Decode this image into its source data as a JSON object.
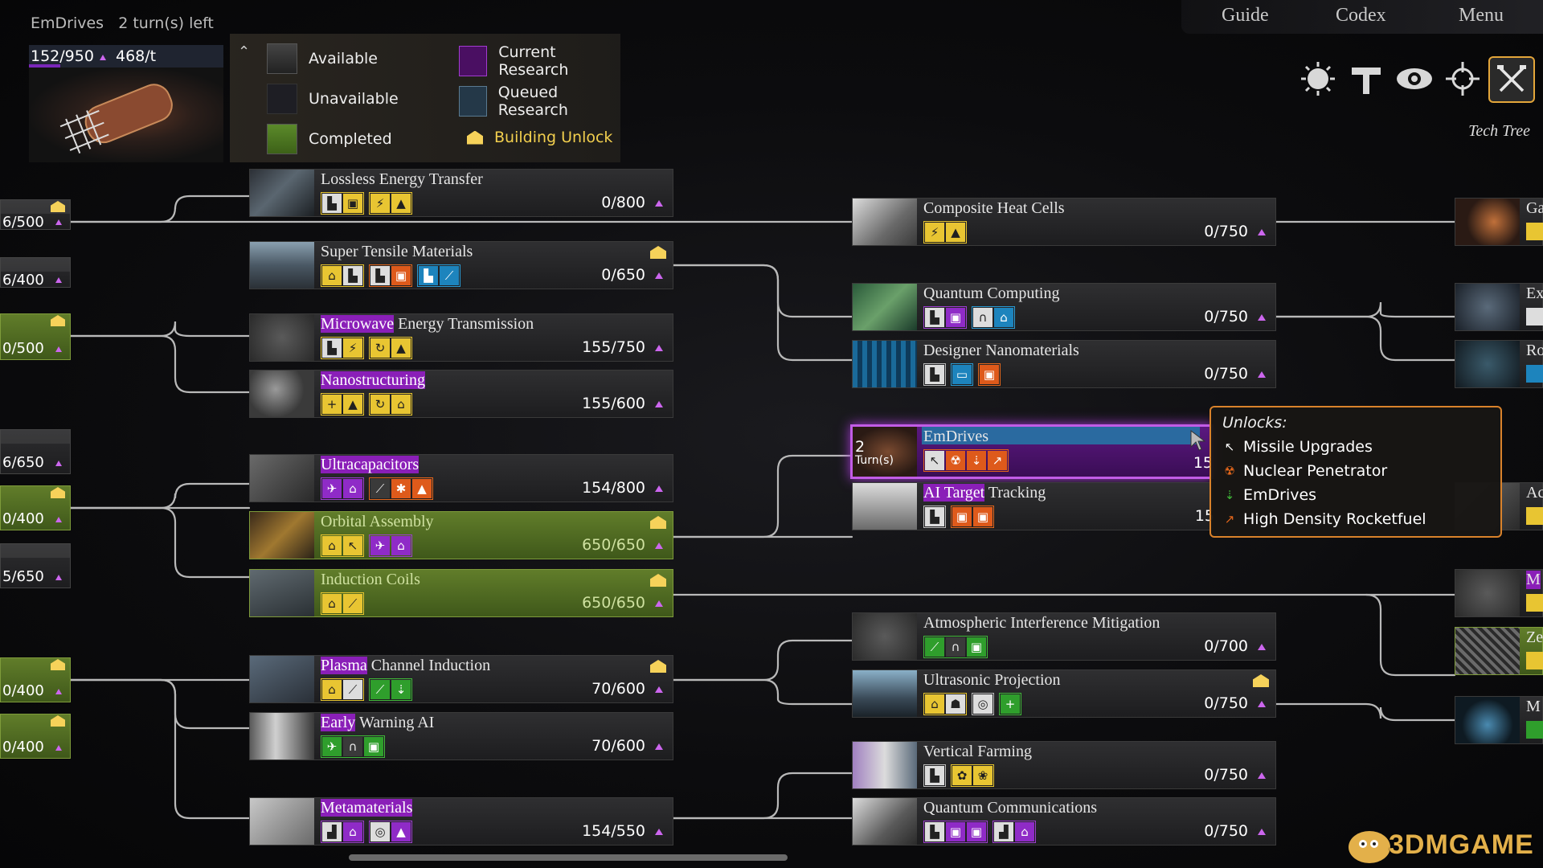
{
  "nav": {
    "guide": "Guide",
    "codex": "Codex",
    "menu": "Menu"
  },
  "tree_label": "Tech Tree",
  "current": {
    "name": "EmDrives",
    "turns_left": "2 turn(s) left",
    "progress": "152/950",
    "rate": "468/t",
    "fraction": 0.16
  },
  "legend": {
    "available": "Available",
    "unavailable": "Unavailable",
    "completed": "Completed",
    "current_research": "Current Research",
    "queued_research": "Queued Research",
    "building_unlock": "Building Unlock"
  },
  "colors": {
    "accent_purple": "#c25ce6",
    "completed_green": "#617d2a",
    "tooltip_border": "#d9822b",
    "building_yellow": "#f6d25a"
  },
  "col1": [
    {
      "name": "Lossless Energy Transfer",
      "progress": "0/800"
    },
    {
      "name": "Super Tensile Materials",
      "progress": "0/650"
    },
    {
      "name_hl": "Microwave",
      "name_rest": " Energy Transmission",
      "progress": "155/750"
    },
    {
      "name_hl": "Nanostructuring",
      "name_rest": "",
      "progress": "155/600"
    },
    {
      "name_hl": "Ultracapacitors",
      "name_rest": "",
      "progress": "154/800"
    },
    {
      "name": "Orbital Assembly",
      "progress": "650/650"
    },
    {
      "name": "Induction Coils",
      "progress": "650/650"
    },
    {
      "name_hl": "Plasma",
      "name_rest": " Channel Induction",
      "progress": "70/600"
    },
    {
      "name_hl": "Early",
      "name_rest": " Warning AI",
      "progress": "70/600"
    },
    {
      "name_hl": "Metamaterials",
      "name_rest": "",
      "progress": "154/550"
    }
  ],
  "col2": [
    {
      "name": "Composite Heat Cells",
      "progress": "0/750"
    },
    {
      "name": "Quantum Computing",
      "progress": "0/750"
    },
    {
      "name": "Designer Nanomaterials",
      "progress": "0/750"
    },
    {
      "name": "EmDrives",
      "progress": "15",
      "turns": "2",
      "turns_label": "Turn(s)"
    },
    {
      "name_hl": "AI Target",
      "name_rest": " Tracking",
      "progress": "15"
    },
    {
      "name": "Atmospheric Interference Mitigation",
      "progress": "0/700"
    },
    {
      "name": "Ultrasonic Projection",
      "progress": "0/750"
    },
    {
      "name": "Vertical Farming",
      "progress": "0/750"
    },
    {
      "name": "Quantum Communications",
      "progress": "0/750"
    }
  ],
  "left_edge": [
    "6/500",
    "6/400",
    "0/500",
    "6/650",
    "0/400",
    "5/650",
    "0/400",
    "0/400"
  ],
  "right_edge": [
    "Ga",
    "Ex",
    "Ro",
    "Ac",
    "M",
    "Ze",
    "M"
  ],
  "tooltip": {
    "title": "Unlocks:",
    "items": [
      "Missile Upgrades",
      "Nuclear Penetrator",
      "EmDrives",
      "High Density Rocketfuel"
    ]
  },
  "watermark": "3DMGAME"
}
